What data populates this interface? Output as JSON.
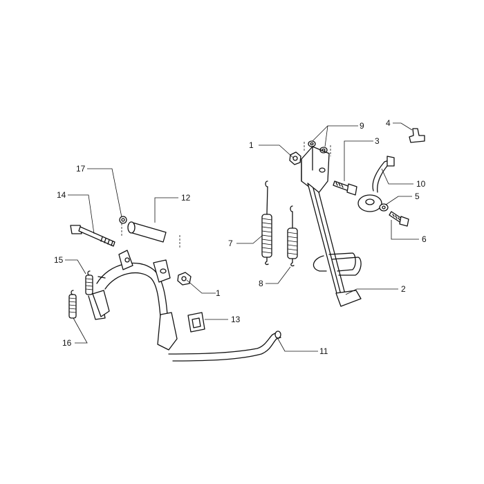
{
  "callouts": [
    {
      "id": "c1a",
      "label": "1"
    },
    {
      "id": "c1b",
      "label": "1"
    },
    {
      "id": "c2",
      "label": "2"
    },
    {
      "id": "c3",
      "label": "3"
    },
    {
      "id": "c4",
      "label": "4"
    },
    {
      "id": "c5",
      "label": "5"
    },
    {
      "id": "c6",
      "label": "6"
    },
    {
      "id": "c7",
      "label": "7"
    },
    {
      "id": "c8",
      "label": "8"
    },
    {
      "id": "c9",
      "label": "9"
    },
    {
      "id": "c10",
      "label": "10"
    },
    {
      "id": "c11",
      "label": "11"
    },
    {
      "id": "c12",
      "label": "12"
    },
    {
      "id": "c13",
      "label": "13"
    },
    {
      "id": "c14",
      "label": "14"
    },
    {
      "id": "c15",
      "label": "15"
    },
    {
      "id": "c16",
      "label": "16"
    },
    {
      "id": "c17",
      "label": "17"
    }
  ]
}
